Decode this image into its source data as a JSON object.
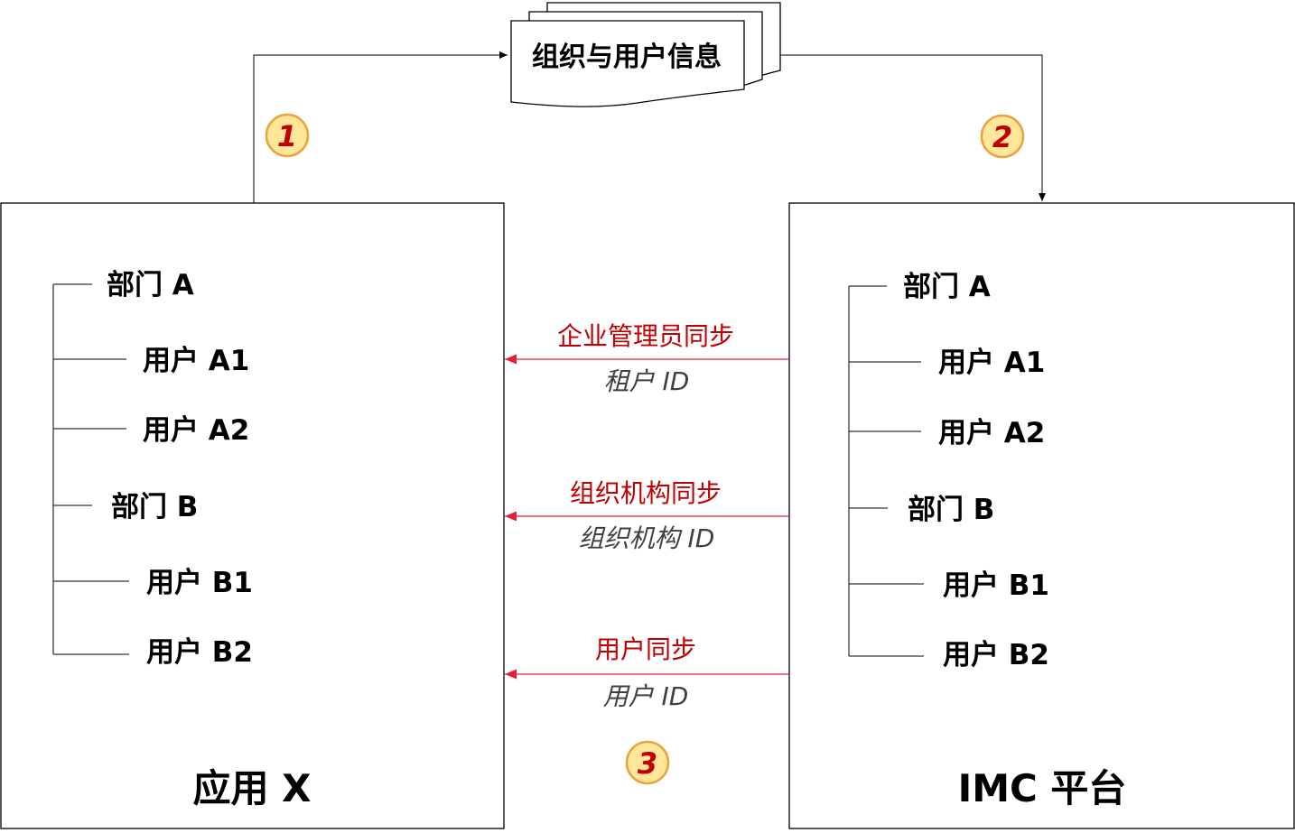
{
  "document": {
    "label": "组织与用户信息"
  },
  "steps": [
    {
      "label": "1"
    },
    {
      "label": "2"
    },
    {
      "label": "3"
    }
  ],
  "app_x": {
    "title": "应用 X",
    "tree": [
      "部门 A",
      "用户 A1",
      "用户 A2",
      "部门 B",
      "用户 B1",
      "用户 B2"
    ]
  },
  "imc": {
    "title": "IMC 平台",
    "tree": [
      "部门 A",
      "用户 A1",
      "用户 A2",
      "部门 B",
      "用户 B1",
      "用户 B2"
    ]
  },
  "sync": [
    {
      "label": "企业管理员同步",
      "sub": "租户 ID"
    },
    {
      "label": "组织机构同步",
      "sub": "组织机构 ID"
    },
    {
      "label": "用户同步",
      "sub": "用户 ID"
    }
  ],
  "colors": {
    "line": "#000000",
    "sync_line": "#e0203a",
    "sync_text": "#c00000",
    "sub_text": "#404040",
    "badge_fill": "#ffe699",
    "badge_stroke": "#e8a33c",
    "badge_text": "#c00000"
  }
}
